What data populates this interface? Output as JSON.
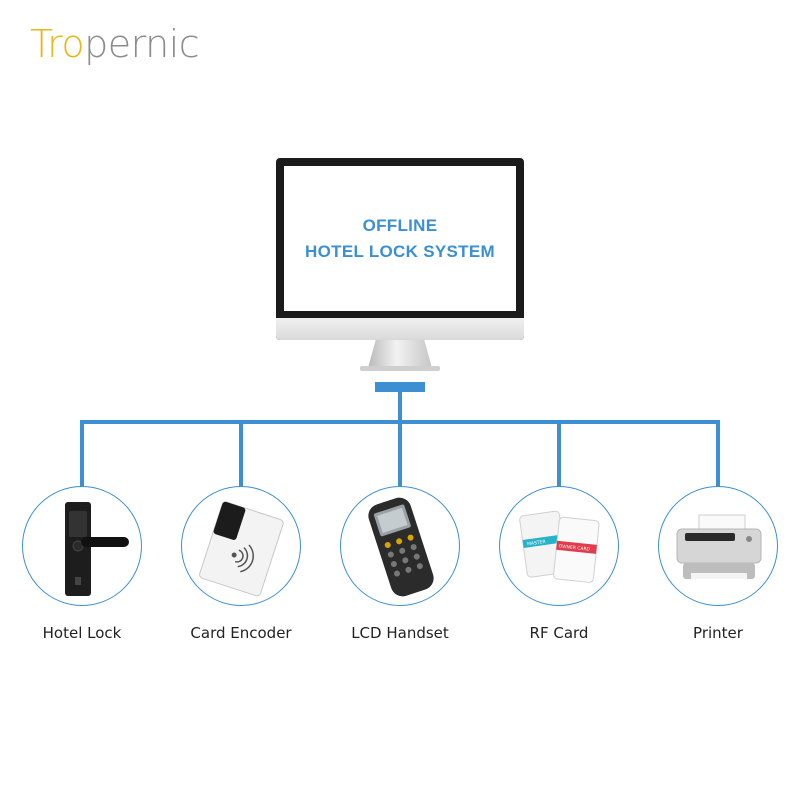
{
  "brand": {
    "part1": "Tro",
    "part2": "pernic",
    "color_primary": "#e8b719",
    "color_secondary": "#8c8c8c"
  },
  "monitor": {
    "line1": "OFFLINE",
    "line2": "HOTEL LOCK SYSTEM",
    "text_color": "#3b8fd2"
  },
  "connection_color": "#3b8fd2",
  "devices": [
    {
      "label": "Hotel Lock",
      "icon": "door-lock-icon"
    },
    {
      "label": "Card Encoder",
      "icon": "card-encoder-icon"
    },
    {
      "label": "LCD Handset",
      "icon": "handset-icon"
    },
    {
      "label": "RF Card",
      "icon": "rf-card-icon"
    },
    {
      "label": "Printer",
      "icon": "printer-icon"
    }
  ],
  "rf_card_labels": {
    "card1": "MASTER",
    "card2": "OWNER CARD"
  }
}
